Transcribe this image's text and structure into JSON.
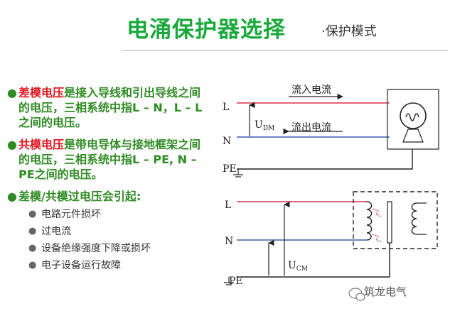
{
  "title": {
    "main": "电涌保护器选择",
    "sub": "·保护模式"
  },
  "bullets": [
    {
      "highlight": "差模电压",
      "text": "是接入导线和引出导线之间的电压，三相系统中指L – N，L – L之间的电压。"
    },
    {
      "highlight": "共模电压",
      "text": "是带电导体与接地框架之间的电压，三相系统中指L – PE, N –PE之间的电压。"
    },
    {
      "highlight": "",
      "text": "差模/共模过电压会引起:"
    }
  ],
  "effects": [
    "电路元件损坏",
    "过电流",
    "设备绝缘强度下降或损坏",
    "电子设备运行故障"
  ],
  "diagram_top": {
    "label_L": "L",
    "label_N": "N",
    "label_PE": "PE",
    "flow_in": "流入电流",
    "flow_out": "流出电流",
    "voltage_main": "U",
    "voltage_sub": "DM"
  },
  "diagram_bottom": {
    "label_L": "L",
    "label_N": "N",
    "label_PE": "PE",
    "voltage_main": "U",
    "voltage_sub": "CM"
  },
  "watermark": "筑龙电气",
  "colors": {
    "title_green": "#19a83a",
    "text_green": "#2e8b22",
    "highlight_red": "#e1141c",
    "wire_red": "#d8314a",
    "wire_blue": "#3a5fb0"
  }
}
